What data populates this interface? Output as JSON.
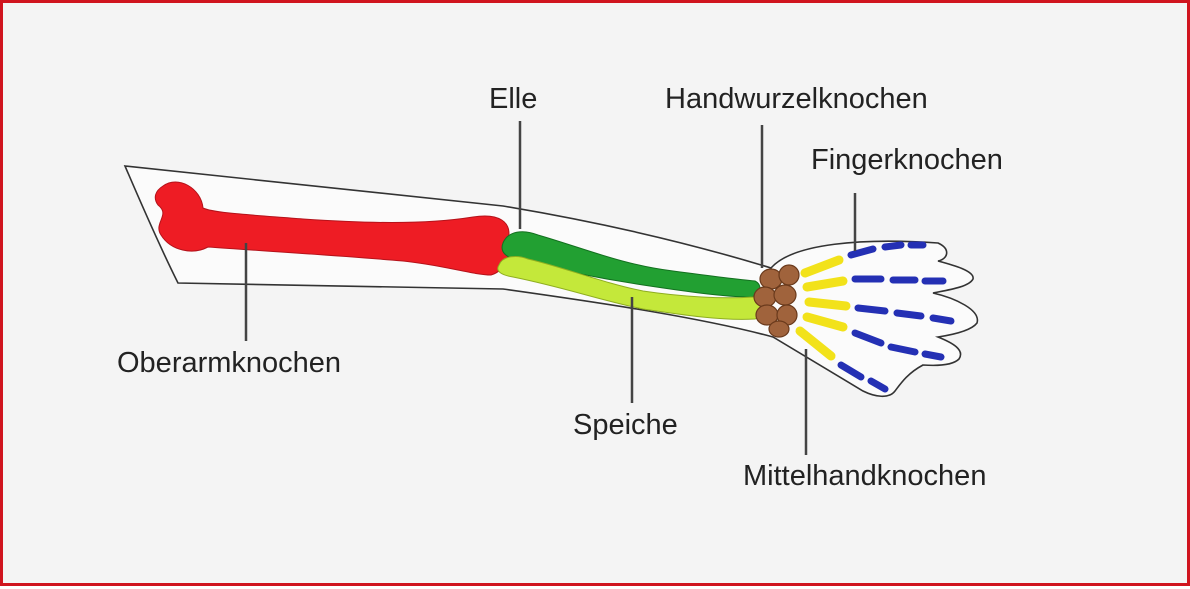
{
  "labels": {
    "elle": "Elle",
    "handwurzel": "Handwurzelknochen",
    "finger": "Fingerknochen",
    "oberarm": "Oberarmknochen",
    "speiche": "Speiche",
    "mittelhand": "Mittelhandknochen"
  },
  "colors": {
    "frame": "#d0141e",
    "background": "#f4f4f4",
    "humerus": "#ee1c24",
    "ulna": "#22a032",
    "radius": "#c4e83a",
    "carpals": "#a0633c",
    "metacarpals": "#f2e21a",
    "phalanges": "#2430b4",
    "outline": "#333333"
  }
}
